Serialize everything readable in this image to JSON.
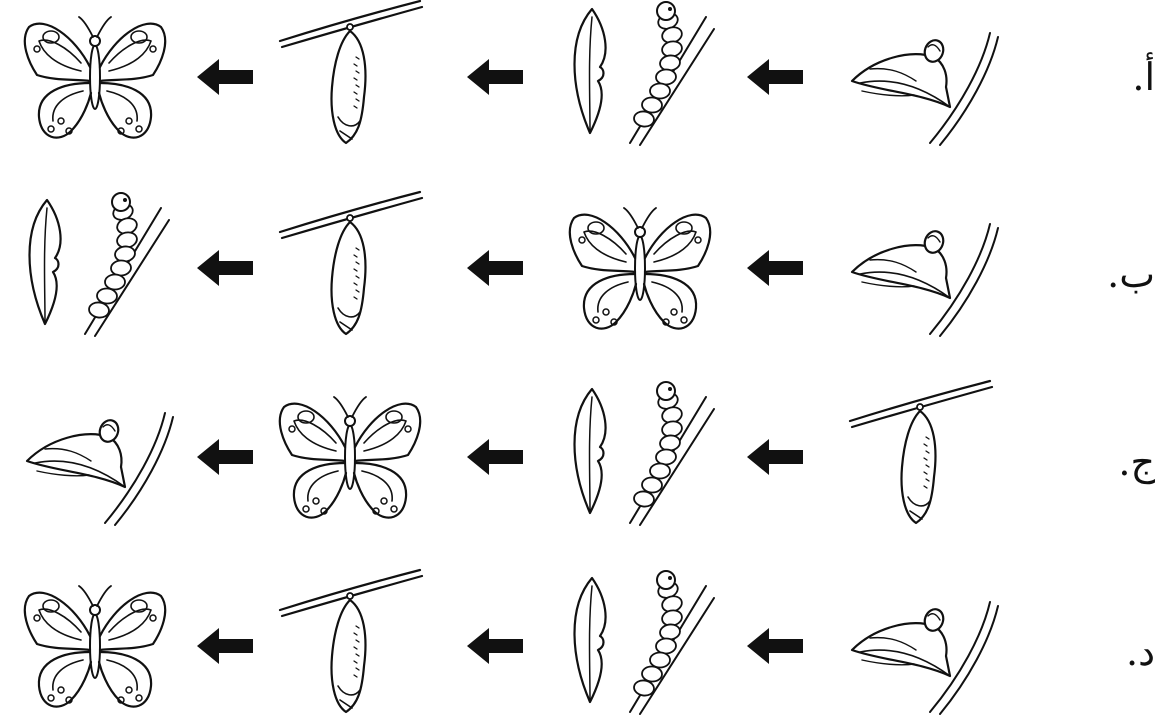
{
  "rows": [
    {
      "label": "أ.",
      "sequence": [
        "egg-on-leaf",
        "caterpillar",
        "pupa",
        "butterfly"
      ]
    },
    {
      "label": "ب.",
      "sequence": [
        "egg-on-leaf",
        "butterfly",
        "pupa",
        "caterpillar"
      ]
    },
    {
      "label": "ج.",
      "sequence": [
        "pupa",
        "caterpillar",
        "butterfly",
        "egg-on-leaf"
      ]
    },
    {
      "label": "د.",
      "sequence": [
        "egg-on-leaf",
        "caterpillar",
        "pupa",
        "butterfly"
      ]
    }
  ],
  "arrow_direction": "right-to-left",
  "colors": {
    "line": "#111111",
    "background": "#ffffff"
  }
}
